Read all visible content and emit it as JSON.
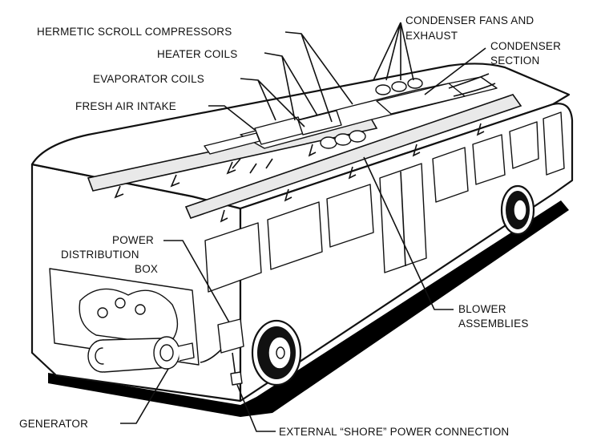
{
  "labels": {
    "condenser_fans_line1": "CONDENSER FANS AND",
    "condenser_fans_line2": "EXHAUST",
    "hermetic": "HERMETIC SCROLL COMPRESSORS",
    "condenser_section_line1": "CONDENSER",
    "condenser_section_line2": "SECTION",
    "heater_coils": "HEATER COILS",
    "evaporator_coils": "EVAPORATOR COILS",
    "fresh_air": "FRESH AIR INTAKE",
    "power_line1": "POWER",
    "power_line2": "DISTRIBUTION",
    "power_line3": "BOX",
    "blower_line1": "BLOWER",
    "blower_line2": "ASSEMBLIES",
    "generator": "GENERATOR",
    "shore": "EXTERNAL “SHORE” POWER CONNECTION"
  }
}
